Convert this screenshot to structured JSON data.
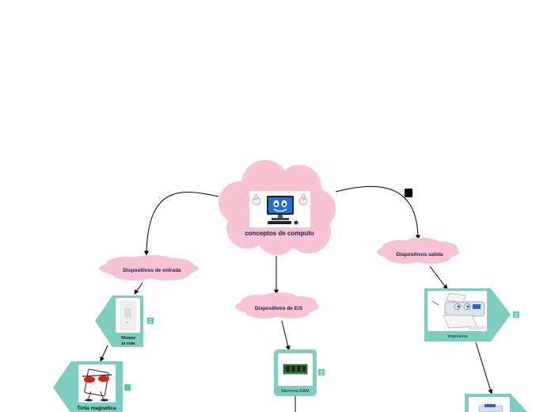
{
  "map": {
    "central": {
      "label": "conceptos de computo"
    },
    "input_devices": {
      "label": "Dispositivos de entrada"
    },
    "io_devices": {
      "label": "Dispositivos de E/S"
    },
    "output_devices": {
      "label": "Dispositivos salida"
    },
    "rom_memory": {
      "label_line1": "Memor",
      "label_line2": "ia rom"
    },
    "magnetic_ink": {
      "label": "Tinta magnetica"
    },
    "ram_memory": {
      "label": "Memoria RAM"
    },
    "printer": {
      "label": "Impresora"
    }
  },
  "colors": {
    "cloud": "#f8c3d2",
    "cloud_shadow": "#f2aebf",
    "teal": "#7ecdc1",
    "note_icon": "#5cc6b4",
    "node_text": "#1a1a4a",
    "connector": "#000000"
  },
  "icons": [
    "computer-mascot-icon",
    "rom-chip-icon",
    "sunglasses-card-icon",
    "ram-module-icon",
    "printer-icon",
    "note-icon"
  ]
}
